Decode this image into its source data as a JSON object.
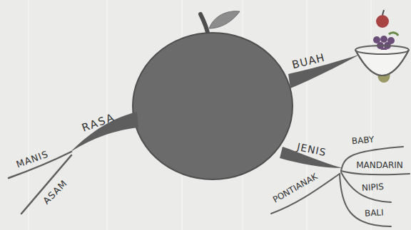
{
  "diagram": {
    "labels": [
      "RASA",
      "MANIS",
      "ASAM",
      "BUAH",
      "JENIS",
      "BABY",
      "MANDARIN",
      "NIPIS",
      "BALI",
      "PONTIANAK"
    ]
  }
}
